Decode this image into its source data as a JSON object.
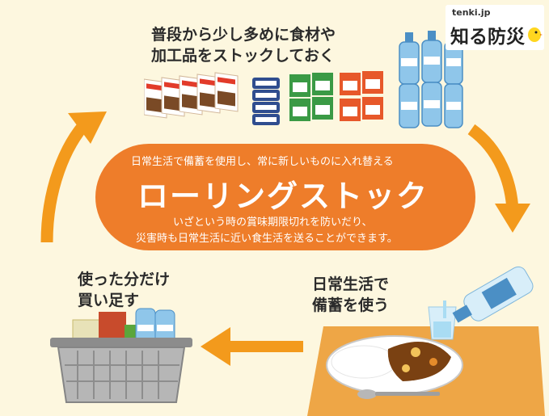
{
  "top_caption": [
    "普段から少し多めに食材や",
    "加工品をストックしておく"
  ],
  "center": {
    "line1": "日常生活で備蓄を使用し、常に新しいものに入れ替える",
    "title": "ローリングストック",
    "line2": "いざという時の賞味期限切れを防いだり、",
    "line3": "災害時も日常生活に近い食生活を送ることができます。"
  },
  "right_caption": [
    "日常生活で",
    "備蓄を使う"
  ],
  "left_caption": [
    "使った分だけ",
    "買い足す"
  ],
  "logo": {
    "brand": "tenki.jp",
    "title": "知る防災"
  },
  "colors": {
    "background": "#fdf7df",
    "accent": "#ee7d2a",
    "arrow": "#f39a1c",
    "mat": "#eea646"
  },
  "icons": [
    "curry-box-icon",
    "canned-food-icon",
    "cup-ramen-icon",
    "water-bottle-icon",
    "curry-plate-icon",
    "drinking-glass-icon",
    "spoon-icon",
    "shopping-basket-icon",
    "bird-mascot-icon"
  ]
}
